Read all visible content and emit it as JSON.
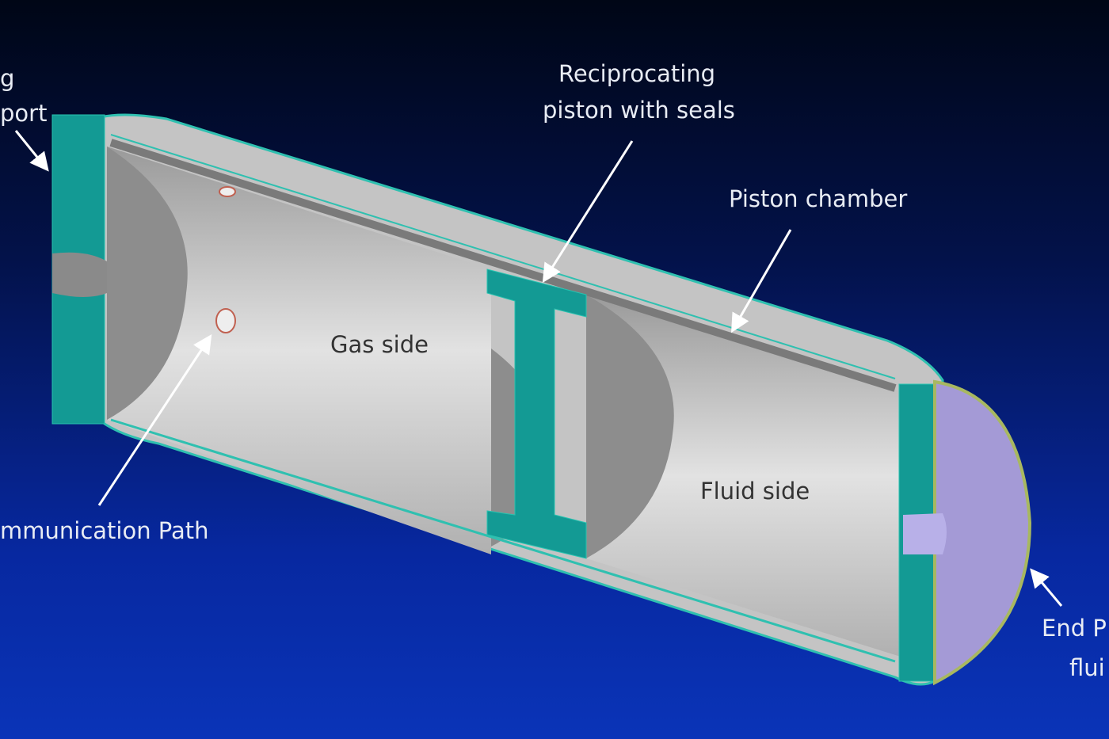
{
  "labels": {
    "top_left_line1": "g",
    "top_left_line2": "port",
    "piston_line1": "Reciprocating",
    "piston_line2": "piston with seals",
    "chamber": "Piston chamber",
    "gas_side": "Gas side",
    "fluid_side": "Fluid side",
    "communication": "mmunication Path",
    "end_line1": "End P",
    "end_line2": "flui"
  },
  "colors": {
    "teal": "#139a94",
    "gray": "#c8c8c8",
    "purple": "#a49ad6"
  }
}
